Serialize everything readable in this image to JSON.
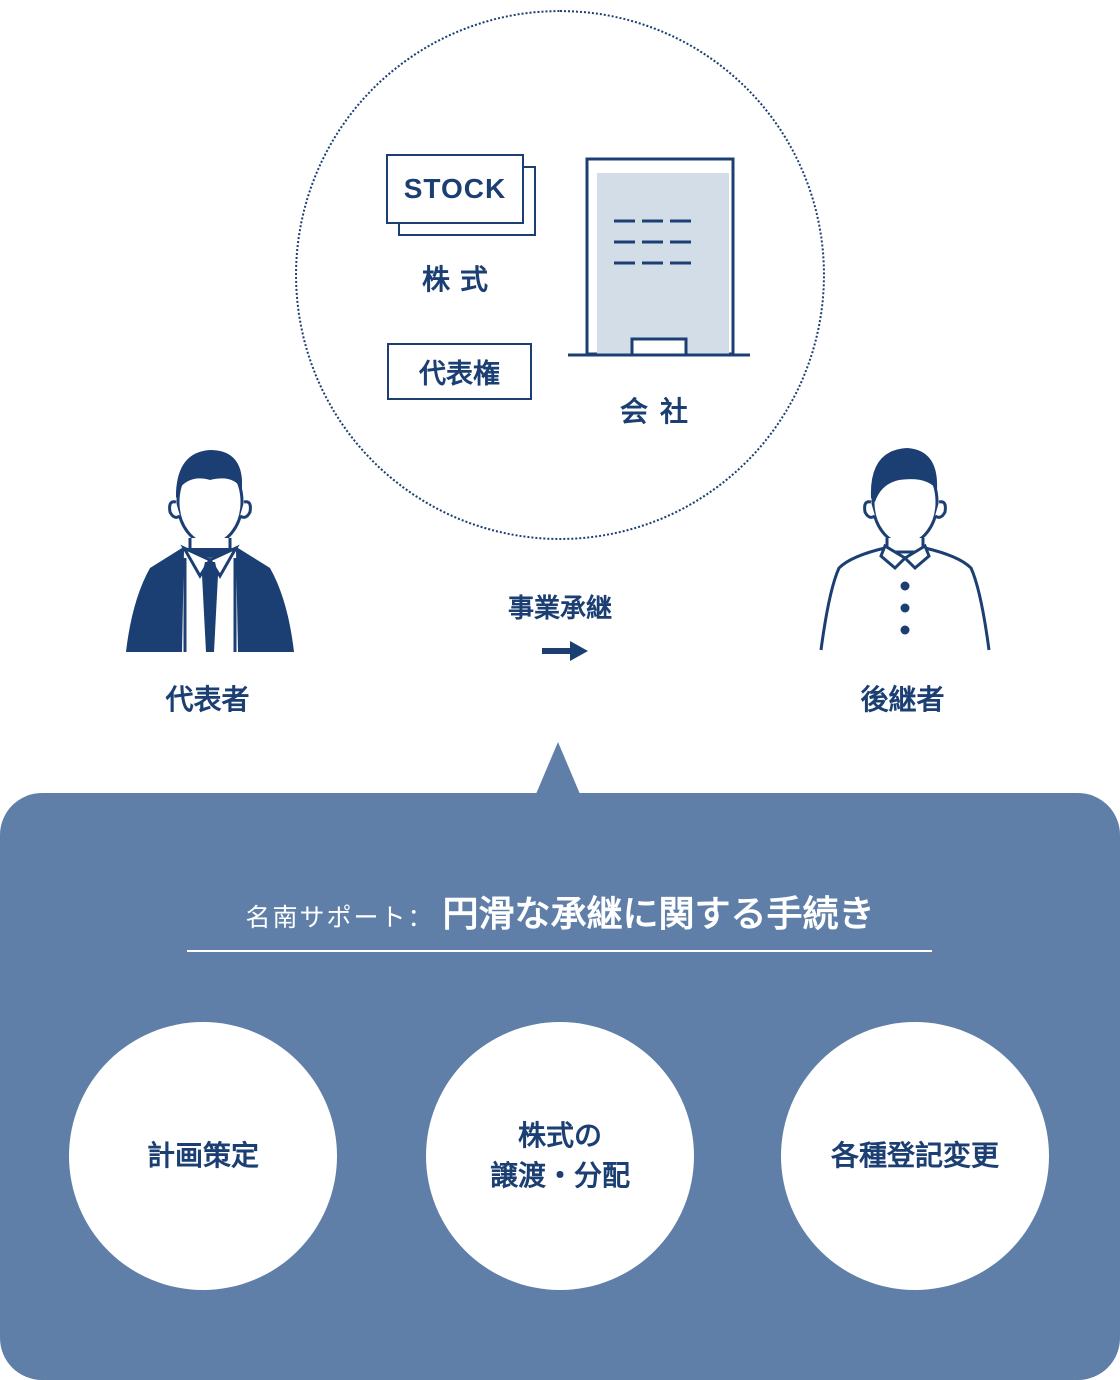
{
  "top": {
    "stock_card": "STOCK",
    "stock_label": "株式",
    "representation_box": "代表権",
    "company_label": "会社"
  },
  "transfer": {
    "label": "事業承継"
  },
  "people": {
    "left": "代表者",
    "right": "後継者"
  },
  "panel": {
    "title_prefix": "名南サポート：",
    "title_main": "円滑な承継に関する手続き",
    "steps": [
      {
        "lines": [
          "計画策定"
        ]
      },
      {
        "lines": [
          "株式の",
          "譲渡・分配"
        ]
      },
      {
        "lines": [
          "各種登記変更"
        ]
      }
    ]
  },
  "colors": {
    "navy": "#1c3f73",
    "panel": "#5f7fa9",
    "building_fill": "#d2dde8"
  }
}
